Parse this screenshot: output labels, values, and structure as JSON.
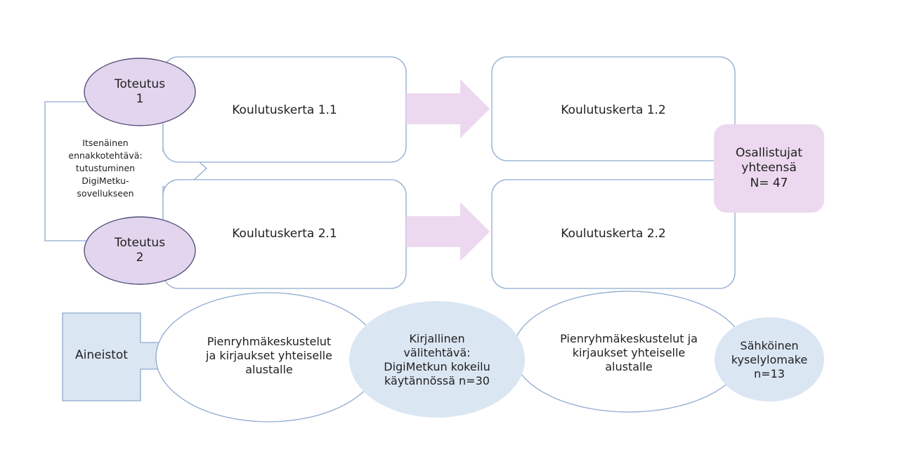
{
  "diagram": {
    "implementation_1": "Toteutus\n1",
    "implementation_2": "Toteutus\n2",
    "session_1_1": "Koulutuskerta 1.1",
    "session_1_2": "Koulutuskerta 1.2",
    "session_2_1": "Koulutuskerta 2.1",
    "session_2_2": "Koulutuskerta 2.2",
    "pre_task": "Itsenäinen\nennakkotehtävä:\ntutustuminen\nDigiMetku-\nsovellukseen",
    "participants": "Osallistujat\nyhteensä\nN= 47",
    "materials": "Aineistot",
    "discussion_1": "Pienryhmäkeskustelut\nja kirjaukset yhteiselle\nalustalle",
    "interim_task": "Kirjallinen\nvälitehtävä:\nDigiMetkun kokeilu\nkäytännössä n=30",
    "discussion_2": "Pienryhmäkeskustelut ja\nkirjaukset yhteiselle\nalustalle",
    "survey": "Sähköinen\nkyselylomake\nn=13"
  },
  "colors": {
    "border_blue": "#8eaad0",
    "ellipse_purple": "#e3d5ee",
    "ellipse_purple_border": "#53527a",
    "arrow_pink": "#ecd8ef",
    "box_pink": "#ecd8ef",
    "light_blue_fill": "#dbe6f3",
    "text": "#1f1f1f"
  }
}
